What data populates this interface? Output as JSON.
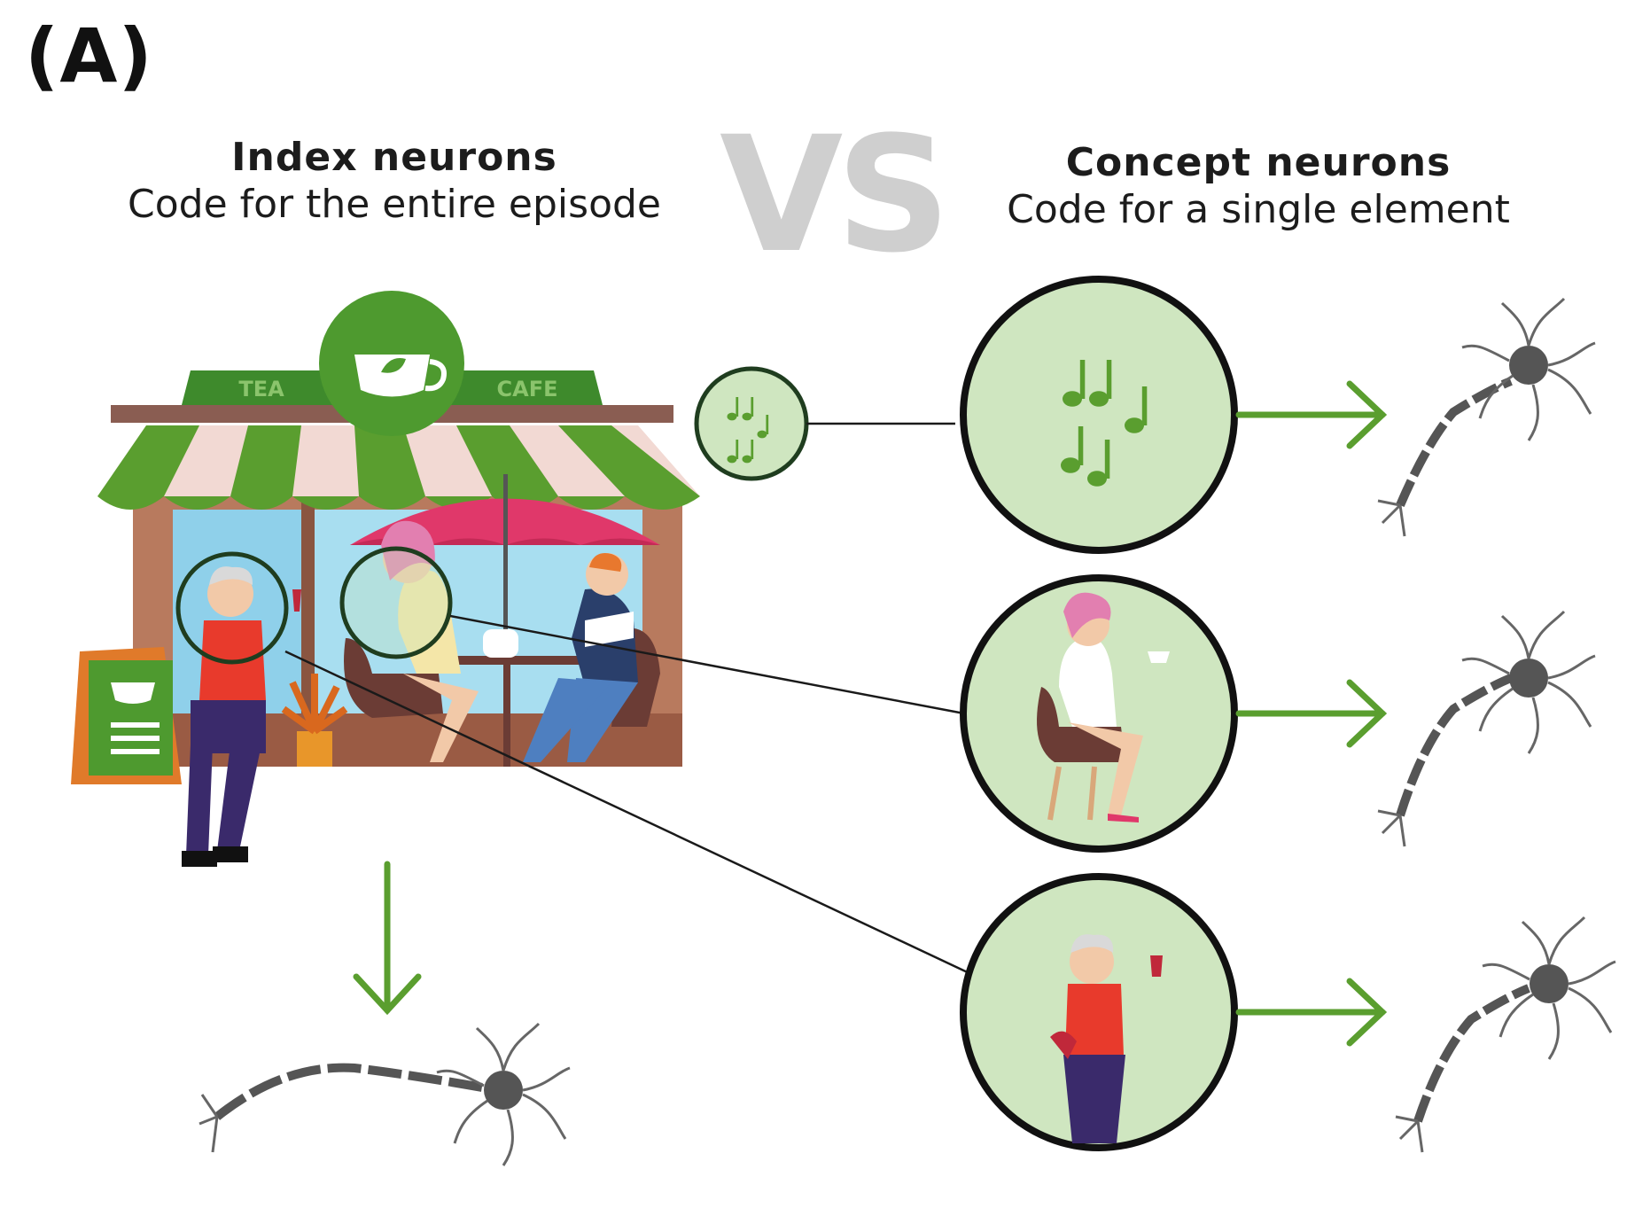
{
  "panel_label": "(A)",
  "left": {
    "title": "Index neurons",
    "subtitle": "Code for the entire episode"
  },
  "vs_text": "VS",
  "right": {
    "title": "Concept neurons",
    "subtitle": "Code for a single element"
  },
  "cafe_sign": {
    "left": "TEA",
    "right": "CAFE"
  },
  "concept_items": [
    "music-notes",
    "seated-woman",
    "waiter-with-wine"
  ],
  "colors": {
    "green": "#5a9e2f",
    "light_green": "#cfe6c0",
    "pink": "#e0386a",
    "neuron_gray": "#555555"
  }
}
